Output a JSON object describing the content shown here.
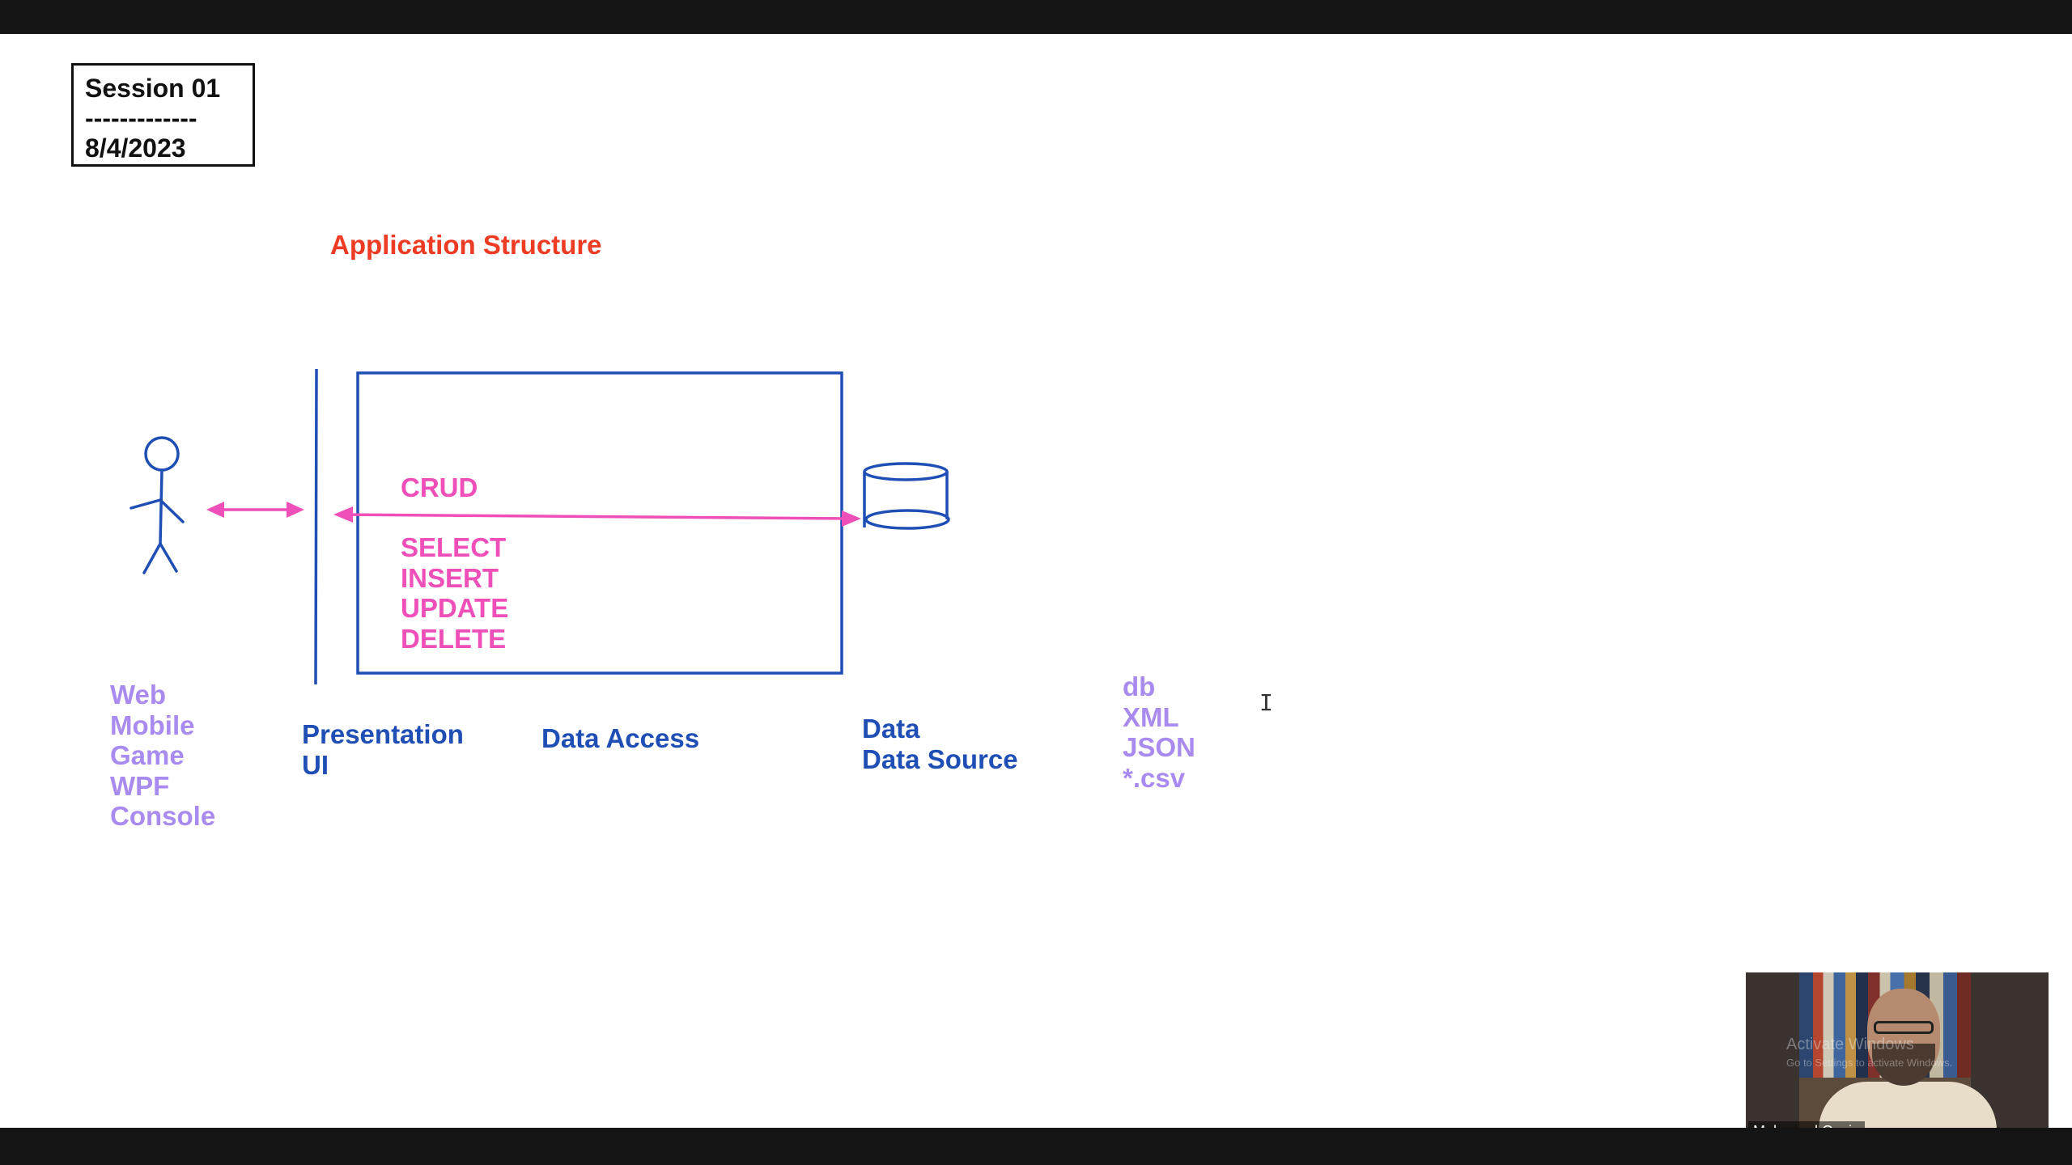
{
  "session": {
    "line1": "Session 01",
    "line2": "-------------",
    "line3": "8/4/2023"
  },
  "diagram": {
    "title": "Application Structure",
    "crud_label": "CRUD",
    "operations": [
      "SELECT",
      "INSERT",
      "UPDATE",
      "DELETE"
    ],
    "clients": [
      "Web",
      "Mobile",
      "Game",
      "WPF",
      "Console"
    ],
    "presentation": [
      "Presentation",
      "UI"
    ],
    "data_access": "Data Access",
    "data": [
      "Data",
      "Data Source"
    ],
    "sources": [
      "db",
      "XML",
      "JSON",
      "*.csv"
    ]
  },
  "video": {
    "participant_name": "Mahmoud Gazia",
    "watermark_title": "Activate Windows",
    "watermark_sub": "Go to Settings to activate Windows."
  },
  "colors": {
    "title_red": "#ee3b24",
    "pink": "#ee4fb8",
    "blue": "#1f4fb5",
    "purple": "#a98bf0",
    "bar_dark": "#141414"
  }
}
